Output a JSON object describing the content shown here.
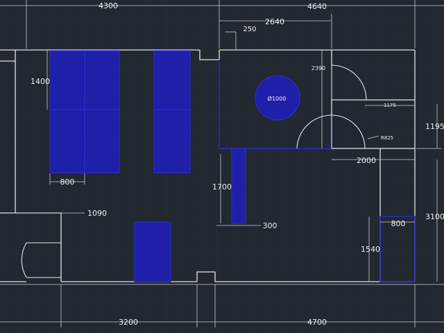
{
  "drawing": {
    "dimensions": {
      "top_left": "4300",
      "top_right": "4640",
      "top_mid_a": "2640",
      "top_mid_b": "250",
      "left_upper": "1400",
      "bed_width": "800",
      "wall_gap": "1090",
      "circle_label": "Ø1000",
      "door_radius": "R825",
      "closet_height": "2390",
      "closet_width": "1175",
      "right_upper": "1195",
      "lower_wall_width": "2000",
      "mid_height": "1700",
      "mid_thickness": "300",
      "right_full": "3100",
      "cabinet_width": "800",
      "cabinet_height": "1540",
      "bottom_left": "3200",
      "bottom_right": "4700"
    },
    "colors": {
      "background": "#212830",
      "walls": "#e6e6e6",
      "furniture_fill": "#1a1a9a",
      "furniture_stroke": "#2a2acf"
    }
  }
}
